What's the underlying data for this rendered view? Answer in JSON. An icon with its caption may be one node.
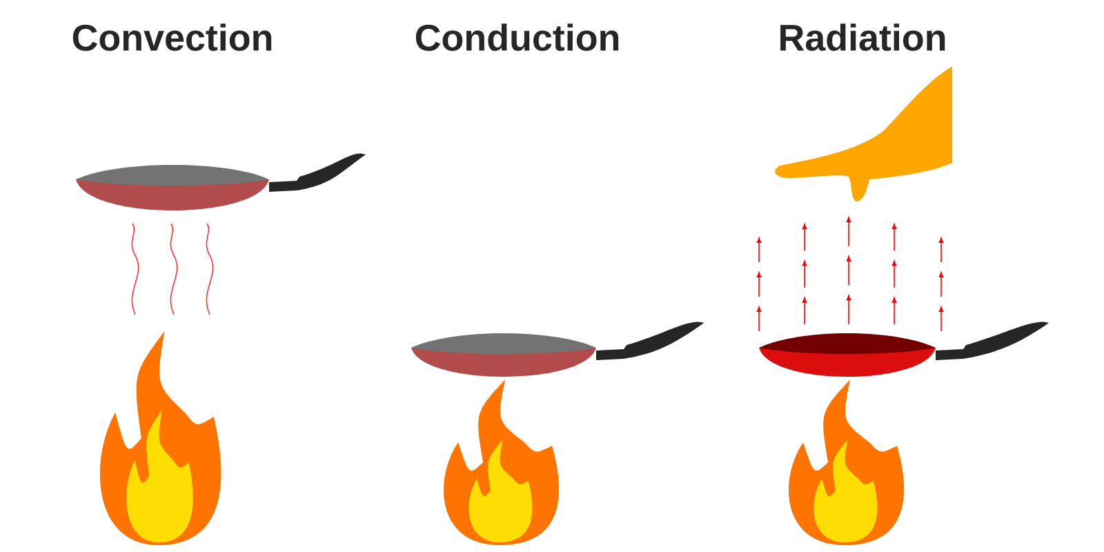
{
  "diagram": {
    "labels": [
      "Convection",
      "Conduction",
      "Radiation"
    ]
  }
}
